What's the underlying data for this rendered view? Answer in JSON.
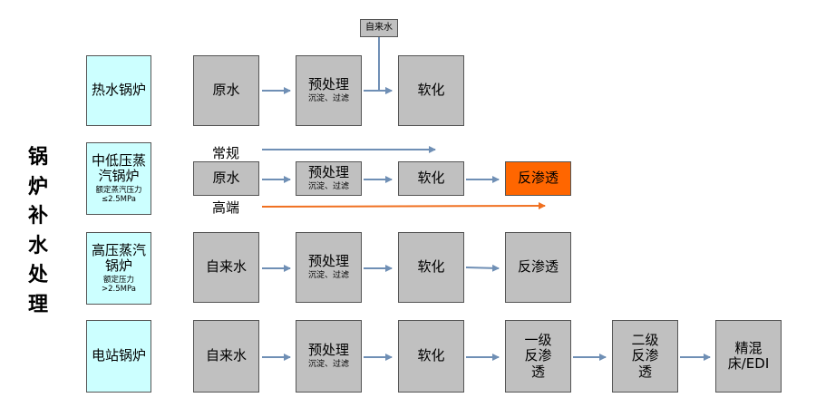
{
  "title_chars": [
    "锅",
    "炉",
    "补",
    "水",
    "处",
    "理"
  ],
  "boilers": {
    "hot_water": {
      "name": "热水锅炉"
    },
    "mid_low": {
      "name": "中低压蒸汽锅炉",
      "note": "额定蒸汽压力≤2.5MPa"
    },
    "high": {
      "name": "高压蒸汽锅炉",
      "note": "额定压力>2.5MPa"
    },
    "power": {
      "name": "电站锅炉"
    }
  },
  "process": {
    "raw_water": "原水",
    "tap_water": "自来水",
    "pretreatment": "预处理",
    "pretreatment_sub": "沉淀、过滤",
    "softening": "软化",
    "ro": "反渗透",
    "ro_stage1": "一级反渗透",
    "ro_stage2": "二级反渗透",
    "polishing": "精混床/EDI"
  },
  "labels": {
    "conventional": "常规",
    "high_end": "高端"
  },
  "colors": {
    "arrow": "#6f8fb5",
    "highlight": "#ff6600",
    "highlight_arrow": "#f07020",
    "box_gray": "#c0c0c0",
    "box_cyan": "#ccffff"
  }
}
